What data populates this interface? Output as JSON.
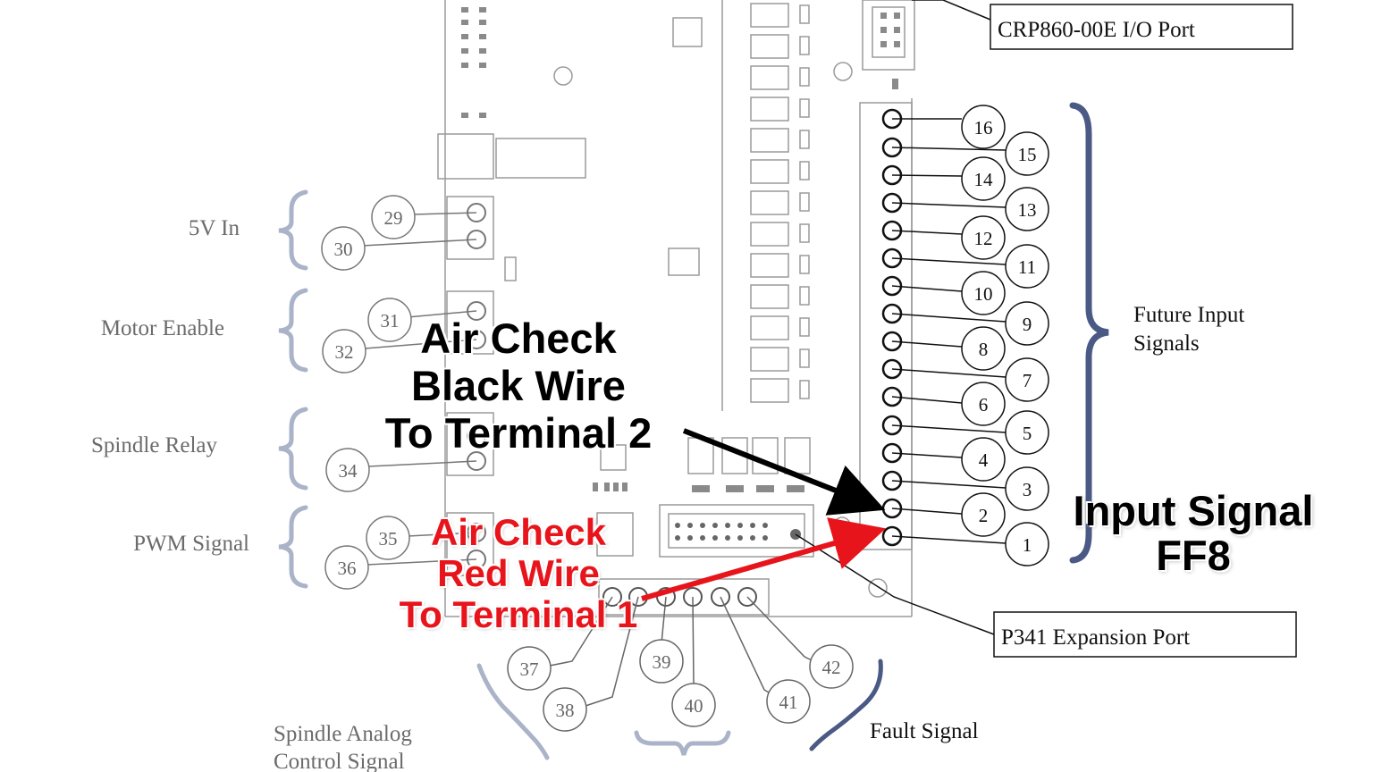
{
  "ports": {
    "io_port": "CRP860-00E I/O Port",
    "expansion_port": "P341 Expansion Port"
  },
  "groups": {
    "five_v_in": "5V In",
    "motor_enable": "Motor Enable",
    "spindle_relay": "Spindle Relay",
    "pwm_signal": "PWM Signal",
    "future_input_line1": "Future Input",
    "future_input_line2": "Signals",
    "spindle_analog_line1": "Spindle Analog",
    "spindle_analog_line2": "Control Signal",
    "fault_signal": "Fault Signal"
  },
  "terminals_right": [
    "16",
    "15",
    "14",
    "13",
    "12",
    "11",
    "10",
    "9",
    "8",
    "7",
    "6",
    "5",
    "4",
    "3",
    "2",
    "1"
  ],
  "terminals_left": [
    "29",
    "30",
    "31",
    "32",
    "34",
    "35",
    "36"
  ],
  "terminals_bottom": [
    "37",
    "38",
    "39",
    "40",
    "41",
    "42"
  ],
  "annotations": {
    "black_wire": [
      "Air Check",
      "Black Wire",
      "To Terminal 2"
    ],
    "red_wire": [
      "Air Check",
      "Red Wire",
      "To Terminal 1"
    ],
    "input_signal": [
      "Input Signal",
      "FF8"
    ]
  },
  "colors": {
    "black_arrow": "#000000",
    "red_arrow": "#e8141b",
    "brace": "#4a5a85",
    "faded_brace": "#aab3c8"
  }
}
